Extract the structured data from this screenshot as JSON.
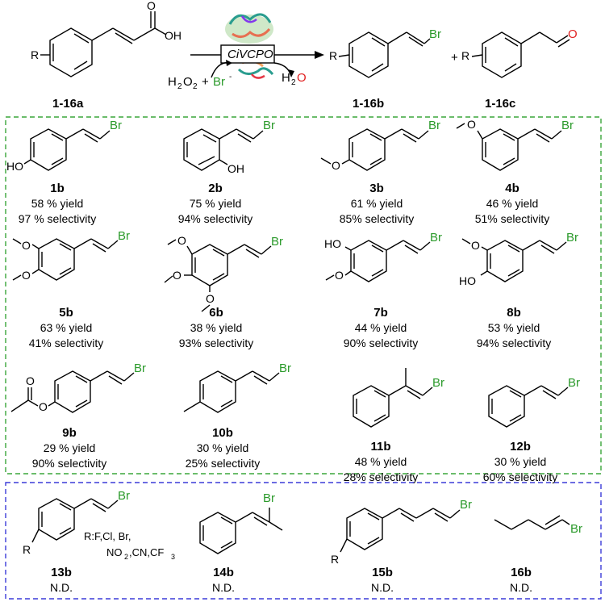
{
  "reaction": {
    "reactant_label": "1-16a",
    "product_label": "1-16b",
    "side_product_label": "1-16c",
    "enzyme": "CiVCPO",
    "plus": "+",
    "reagents": {
      "h2o2": "H",
      "h2o2_sub2": "2",
      "o": "O",
      "o_sub2": "2",
      "plus": "+",
      "br": "Br",
      "br_sup": "-"
    },
    "byproduct": {
      "h": "H",
      "sub": "2",
      "o": "O"
    },
    "atoms": {
      "r": "R",
      "oh": "OH",
      "o": "O",
      "br": "Br"
    }
  },
  "compounds_green": [
    {
      "id": "1b",
      "yield": "58 % yield",
      "selectivity": "97 % selectivity",
      "sub": "HO"
    },
    {
      "id": "2b",
      "yield": "75 % yield",
      "selectivity": "94% selectivity",
      "sub": "OH"
    },
    {
      "id": "3b",
      "yield": "61 % yield",
      "selectivity": "85% selectivity",
      "sub": "O"
    },
    {
      "id": "4b",
      "yield": "46 % yield",
      "selectivity": "51% selectivity",
      "sub": "O"
    },
    {
      "id": "5b",
      "yield": "63 % yield",
      "selectivity": "41% selectivity",
      "sub": "O"
    },
    {
      "id": "6b",
      "yield": "38 % yield",
      "selectivity": "93% selectivity",
      "sub": "O"
    },
    {
      "id": "7b",
      "yield": "44 % yield",
      "selectivity": "90% selectivity",
      "sub": "HO"
    },
    {
      "id": "8b",
      "yield": "53 % yield",
      "selectivity": "94% selectivity",
      "sub": "HO"
    },
    {
      "id": "9b",
      "yield": "29 % yield",
      "selectivity": "90% selectivity",
      "sub": "O"
    },
    {
      "id": "10b",
      "yield": "30 % yield",
      "selectivity": "25% selectivity",
      "sub": ""
    },
    {
      "id": "11b",
      "yield": "48 % yield",
      "selectivity": "28% selectivity",
      "sub": ""
    },
    {
      "id": "12b",
      "yield": "30 % yield",
      "selectivity": "60% selectivity",
      "sub": ""
    }
  ],
  "compounds_blue": [
    {
      "id": "13b",
      "result": "N.D."
    },
    {
      "id": "14b",
      "result": "N.D."
    },
    {
      "id": "15b",
      "result": "N.D."
    },
    {
      "id": "16b",
      "result": "N.D."
    }
  ],
  "substituents_13b": {
    "line1": "R:F,Cl, Br,",
    "line2a": "NO",
    "line2b": "2",
    "line2c": ",CN,CF",
    "line2d": "3"
  },
  "colors": {
    "bromine": "#2b9a2b",
    "oxygen_highlight": "#e02020",
    "green_box": "#3aa63a",
    "blue_box": "#3b3bd9"
  }
}
